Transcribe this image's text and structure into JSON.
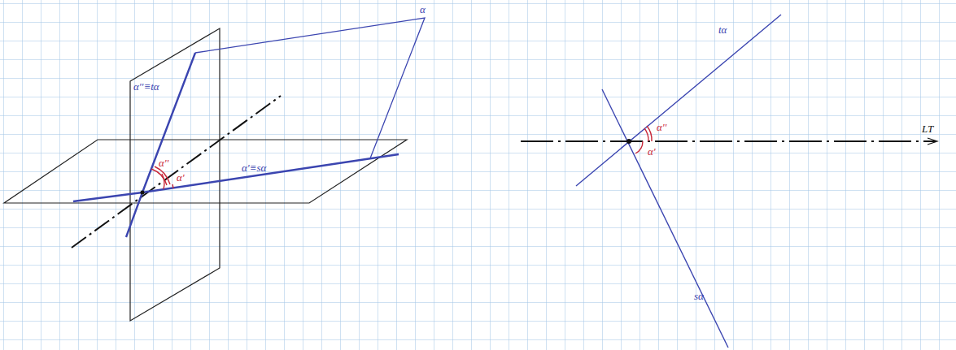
{
  "diagram": {
    "labels": [
      "α",
      "α''≡tα",
      "α''",
      "α'",
      "α'≡sα",
      "tα",
      "α''",
      "α'",
      "sα",
      "LT"
    ]
  }
}
